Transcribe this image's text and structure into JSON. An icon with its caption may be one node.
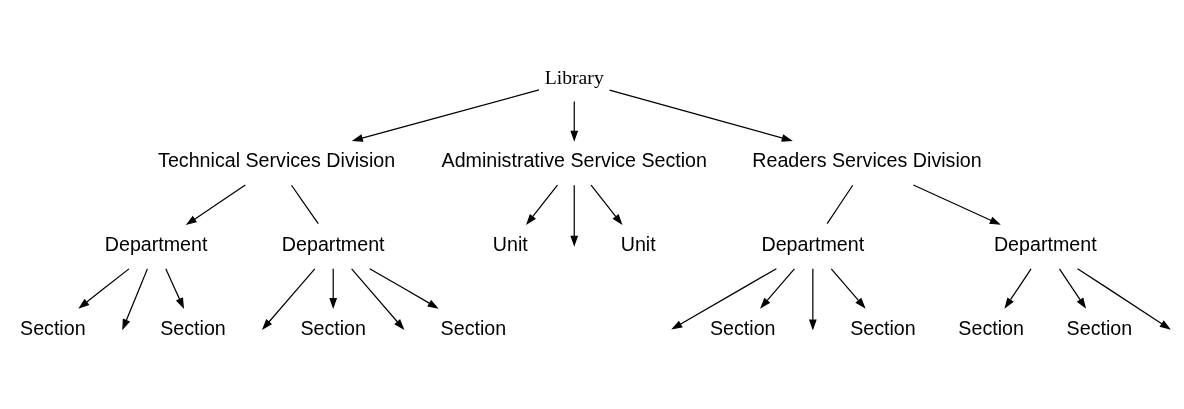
{
  "diagram": {
    "nodes": [
      {
        "text": [
          "Library"
        ]
      },
      {
        "text": [
          "Technical Services Division"
        ]
      },
      {
        "text": [
          "Administrative Service Section"
        ]
      },
      {
        "text": [
          "Readers Services Division"
        ]
      },
      {
        "text": [
          "Department"
        ]
      },
      {
        "text": [
          "Department"
        ]
      },
      {
        "text": [
          "Unit"
        ]
      },
      {
        "text": [
          "Unit"
        ]
      },
      {
        "text": [
          "Department"
        ]
      },
      {
        "text": [
          "Department"
        ]
      },
      {
        "text": [
          "Section"
        ]
      },
      {
        "text": [
          "Section"
        ]
      },
      {
        "text": [
          "Section"
        ]
      },
      {
        "text": [
          "Section"
        ]
      },
      {
        "text": [
          "Section"
        ]
      },
      {
        "text": [
          "Section"
        ]
      },
      {
        "text": [
          "Section"
        ]
      },
      {
        "text": [
          "Section"
        ]
      }
    ],
    "edges": [
      {
        "from": 0,
        "to": 1,
        "arrow": "to"
      },
      {
        "from": 0,
        "to": 2,
        "arrow": "to"
      },
      {
        "from": 0,
        "to": 3,
        "arrow": "to"
      },
      {
        "from": 1,
        "to": 4,
        "arrow": "to"
      },
      {
        "from": 1,
        "to": 5,
        "arrow": "none"
      },
      {
        "from": 2,
        "to": 6,
        "arrow": "to"
      },
      {
        "from": 2,
        "to": null,
        "arrow": "to"
      },
      {
        "from": 2,
        "to": 7,
        "arrow": "to"
      },
      {
        "from": 3,
        "to": 8,
        "arrow": "none"
      },
      {
        "from": 3,
        "to": 9,
        "arrow": "to"
      },
      {
        "from": 4,
        "to": 10,
        "arrow": "to"
      },
      {
        "from": 4,
        "to": null,
        "arrow": "to"
      },
      {
        "from": 4,
        "to": 11,
        "arrow": "to"
      },
      {
        "from": 5,
        "to": null,
        "arrow": "to"
      },
      {
        "from": 5,
        "to": 12,
        "arrow": "to"
      },
      {
        "from": 5,
        "to": null,
        "arrow": "to"
      },
      {
        "from": 5,
        "to": 13,
        "arrow": "to"
      },
      {
        "from": 8,
        "to": null,
        "arrow": "to"
      },
      {
        "from": 8,
        "to": 14,
        "arrow": "to"
      },
      {
        "from": 8,
        "to": null,
        "arrow": "to"
      },
      {
        "from": 8,
        "to": 15,
        "arrow": "to"
      },
      {
        "from": 9,
        "to": 16,
        "arrow": "to"
      },
      {
        "from": 9,
        "to": 17,
        "arrow": "to"
      },
      {
        "from": 9,
        "to": null,
        "arrow": "to"
      }
    ]
  }
}
